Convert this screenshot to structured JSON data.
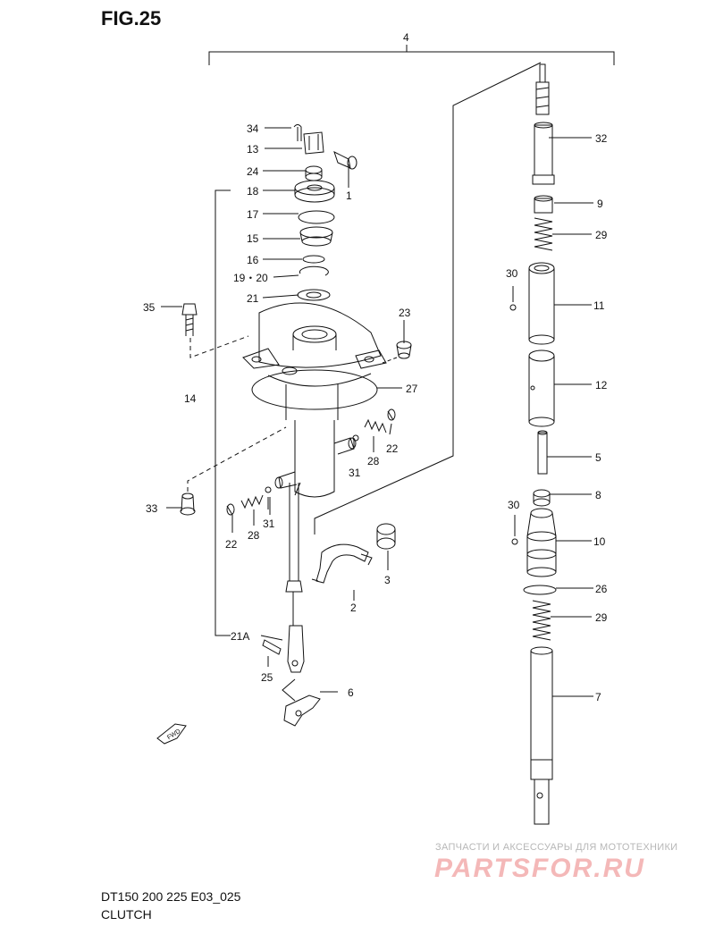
{
  "figure": {
    "title": "FIG.25",
    "model": "DT150 200 225 E03_025",
    "name": "CLUTCH"
  },
  "watermark": {
    "text": "ЗАПЧАСТИ И АКСЕССУАРЫ ДЛЯ МОТОТЕХНИКИ",
    "logo": "PARTSFOR.RU"
  },
  "fwd_label": "FWD",
  "callouts": {
    "c4": "4",
    "c34": "34",
    "c13": "13",
    "c24": "24",
    "c1": "1",
    "c18": "18",
    "c17": "17",
    "c15": "15",
    "c16": "16",
    "c1920": "19・20",
    "c21": "21",
    "c35": "35",
    "c23": "23",
    "c14": "14",
    "c27": "27",
    "c22r": "22",
    "c28r": "28",
    "c31r": "31",
    "c33": "33",
    "c31l": "31",
    "c22l": "22",
    "c28l": "28",
    "c3": "3",
    "c2": "2",
    "c21a": "21A",
    "c25": "25",
    "c6": "6",
    "c32": "32",
    "c9": "9",
    "c29a": "29",
    "c30a": "30",
    "c11": "11",
    "c12": "12",
    "c5": "5",
    "c8": "8",
    "c30b": "30",
    "c10": "10",
    "c26": "26",
    "c29b": "29",
    "c7": "7"
  }
}
